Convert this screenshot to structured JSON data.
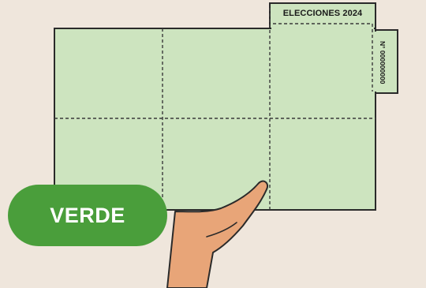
{
  "ballot": {
    "title": "ELECCIONES 2024",
    "serial": "N° 000000000"
  },
  "badge": {
    "label": "VERDE"
  },
  "colors": {
    "background": "#efe6dc",
    "ballot_fill": "#cde4bf",
    "badge": "#4a9e3b",
    "outline": "#2a2a2a",
    "skin": "#e8a578"
  }
}
